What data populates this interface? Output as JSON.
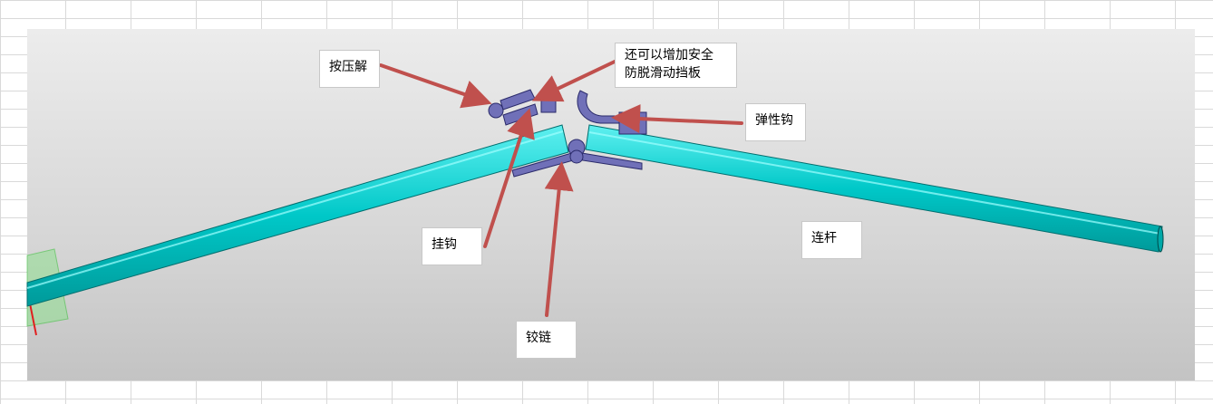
{
  "callouts": {
    "press_release": "按压解",
    "safety_plate_line1": "还可以增加安全",
    "safety_plate_line2": "防脱滑动挡板",
    "elastic_hook": "弹性钩",
    "hook": "挂钩",
    "hinge": "铰链",
    "connecting_rod": "连杆"
  },
  "colors": {
    "rod": "#00c8c8",
    "part": "#7070b8",
    "arrow": "#c0504d"
  }
}
